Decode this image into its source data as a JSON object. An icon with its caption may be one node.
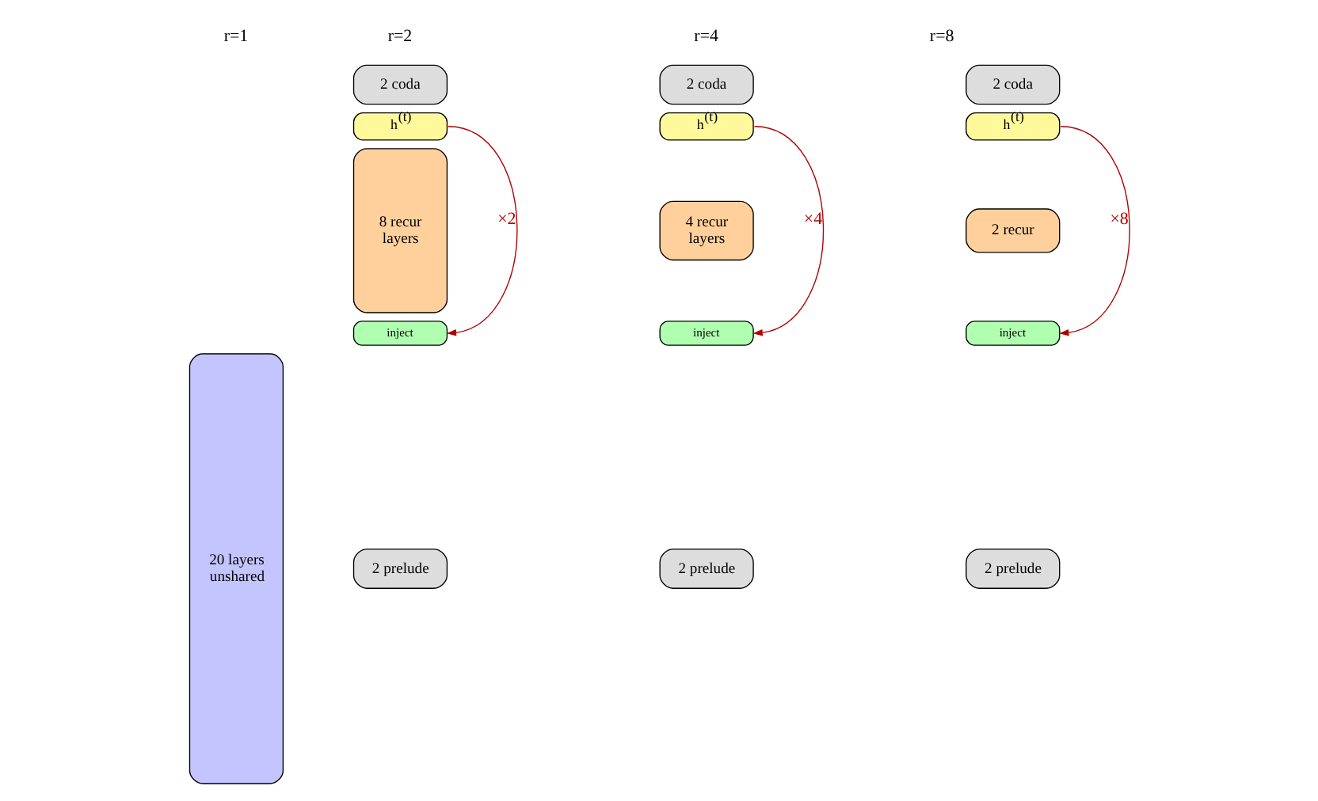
{
  "diagram": {
    "nodes": [
      {
        "text": [
          "20 layers unshared"
        ]
      },
      {
        "text": [
          "2 coda"
        ]
      },
      {
        "text": [
          "h$^{(t)}$"
        ]
      },
      {
        "text": [
          "8 recur layers"
        ]
      },
      {
        "text": [
          "inject"
        ]
      },
      {
        "text": [
          "2 prelude"
        ]
      },
      {
        "text": [
          "2 coda"
        ]
      },
      {
        "text": [
          "h$^{(t)}$"
        ]
      },
      {
        "text": [
          "4 recur layers"
        ]
      },
      {
        "text": [
          "inject"
        ]
      },
      {
        "text": [
          "2 prelude"
        ]
      },
      {
        "text": [
          "2 coda"
        ]
      },
      {
        "text": [
          "h$^{(t)}$"
        ]
      },
      {
        "text": [
          "2 recur"
        ]
      },
      {
        "text": [
          "inject"
        ]
      },
      {
        "text": [
          "2 prelude"
        ]
      }
    ],
    "edges": [
      {
        "from": 2,
        "to": 4,
        "arrow": "to",
        "label": "×2"
      },
      {
        "from": 7,
        "to": 9,
        "arrow": "to",
        "label": "×4"
      },
      {
        "from": 12,
        "to": 14,
        "arrow": "to",
        "label": "×8"
      }
    ],
    "labels": [
      "r=1",
      "r=2",
      "r=4",
      "r=8"
    ]
  }
}
